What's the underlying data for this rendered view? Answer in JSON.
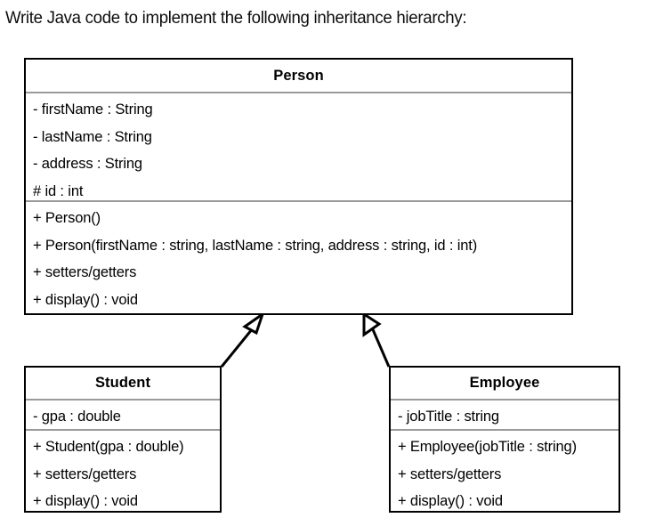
{
  "prompt": {
    "text": "Write Java code to implement the following inheritance hierarchy:"
  },
  "colors": {
    "background": "#ffffff",
    "border": "#000000",
    "compartment_divider": "#9a9a9a",
    "text": "#000000"
  },
  "diagram": {
    "type": "uml-class-diagram",
    "relationship": "generalization",
    "classes": [
      {
        "id": "person",
        "name": "Person",
        "role": "superclass",
        "attributes": [
          "- firstName : String",
          "- lastName : String",
          "- address : String",
          "# id : int"
        ],
        "operations": [
          "+ Person()",
          "+ Person(firstName : string, lastName : string, address : string, id : int)",
          "+ setters/getters",
          "+ display() : void"
        ]
      },
      {
        "id": "student",
        "name": "Student",
        "role": "subclass",
        "extends": "Person",
        "attributes": [
          "- gpa : double"
        ],
        "operations": [
          "+ Student(gpa : double)",
          "+ setters/getters",
          "+ display() : void"
        ]
      },
      {
        "id": "employee",
        "name": "Employee",
        "role": "subclass",
        "extends": "Person",
        "attributes": [
          "- jobTitle : string"
        ],
        "operations": [
          "+ Employee(jobTitle : string)",
          "+ setters/getters",
          "+ display() : void"
        ]
      }
    ],
    "connectors": [
      {
        "id": "student-to-person",
        "from": "Student",
        "to": "Person",
        "arrow": "hollow-triangle"
      },
      {
        "id": "employee-to-person",
        "from": "Employee",
        "to": "Person",
        "arrow": "hollow-triangle"
      }
    ]
  }
}
